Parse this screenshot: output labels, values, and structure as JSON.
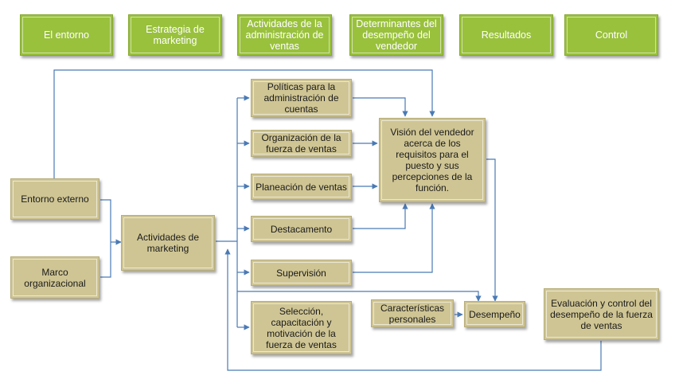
{
  "colors": {
    "header_fill": "#99c13c",
    "box_fill": "#cfc594",
    "connector": "#4a7ab5"
  },
  "headers": [
    "El entorno",
    "Estrategia de marketing",
    "Actividades de la administración de ventas",
    "Determinantes del desempeño del vendedor",
    "Resultados",
    "Control"
  ],
  "boxes": {
    "entorno_externo": "Entorno externo",
    "marco_organizacional": "Marco organizacional",
    "actividades_marketing": "Actividades de marketing",
    "politicas": "Políticas para la administración de cuentas",
    "organizacion": "Organización de la fuerza de ventas",
    "planeacion": "Planeación de ventas",
    "destacamento": "Destacamento",
    "supervision": "Supervisión",
    "seleccion": "Selección, capacitación y motivación de la fuerza de ventas",
    "vision": "Visión del vendedor acerca de los requisitos para el puesto y sus percepciones de la función.",
    "caracteristicas": "Características personales",
    "desempeno": "Desempeño",
    "evaluacion": "Evaluación y control del desempeño de la fuerza de ventas"
  }
}
